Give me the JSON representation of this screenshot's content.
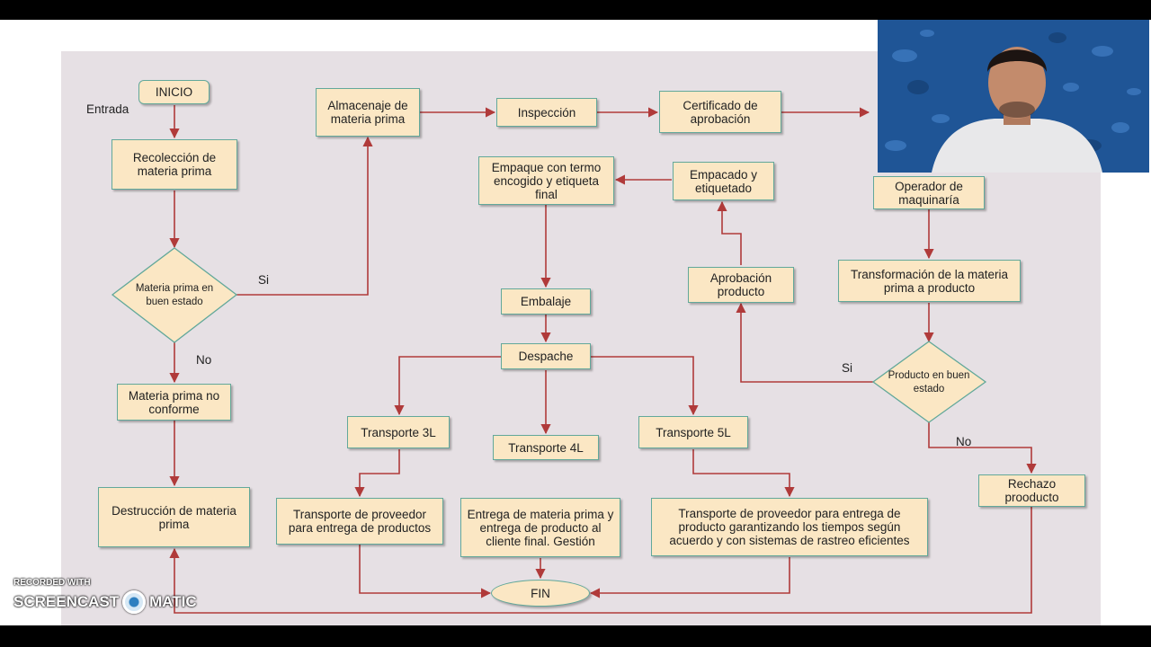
{
  "diagram": {
    "nodes": {
      "inicio": "INICIO",
      "recoleccion": "Recolección de materia prima",
      "materia_buen_estado": "Materia prima en buen estado",
      "materia_no_conforme": "Materia prima no conforme",
      "destruccion": "Destrucción de materia prima",
      "almacenaje": "Almacenaje de materia prima",
      "inspeccion": "Inspección",
      "certificado": "Certificado de aprobación",
      "operador": "Operador de maquinaría",
      "transformacion": "Transformación de la materia prima a producto",
      "producto_buen_estado": "Producto en buen estado",
      "rechazo": "Rechazo prooducto",
      "aprobacion": "Aprobación producto",
      "empacado": "Empacado y etiquetado",
      "empaque": "Empaque con termo encogido y etiqueta final",
      "embalaje": "Embalaje",
      "despache": "Despache",
      "transporte3l": "Transporte 3L",
      "transporte4l": "Transporte 4L",
      "transporte5l": "Transporte 5L",
      "proveedor_entrega": "Transporte de proveedor para entrega de productos",
      "entrega_cliente": "Entrega de materia prima y entrega de producto al cliente final. Gestión",
      "proveedor_rastreo": "Transporte de proveedor para entrega de producto garantizando los tiempos según acuerdo y con sistemas de rastreo eficientes",
      "fin": "FIN"
    },
    "labels": {
      "entrada": "Entrada",
      "si1": "Si",
      "no1": "No",
      "si2": "Si",
      "no2": "No"
    },
    "colors": {
      "node_fill": "#fbe7c4",
      "node_border": "#62a89a",
      "arrow": "#b03a3a",
      "canvas": "#e6e0e4"
    }
  },
  "watermark": {
    "line1": "RECORDED WITH",
    "left": "SCREENCAST",
    "right": "MATIC"
  }
}
